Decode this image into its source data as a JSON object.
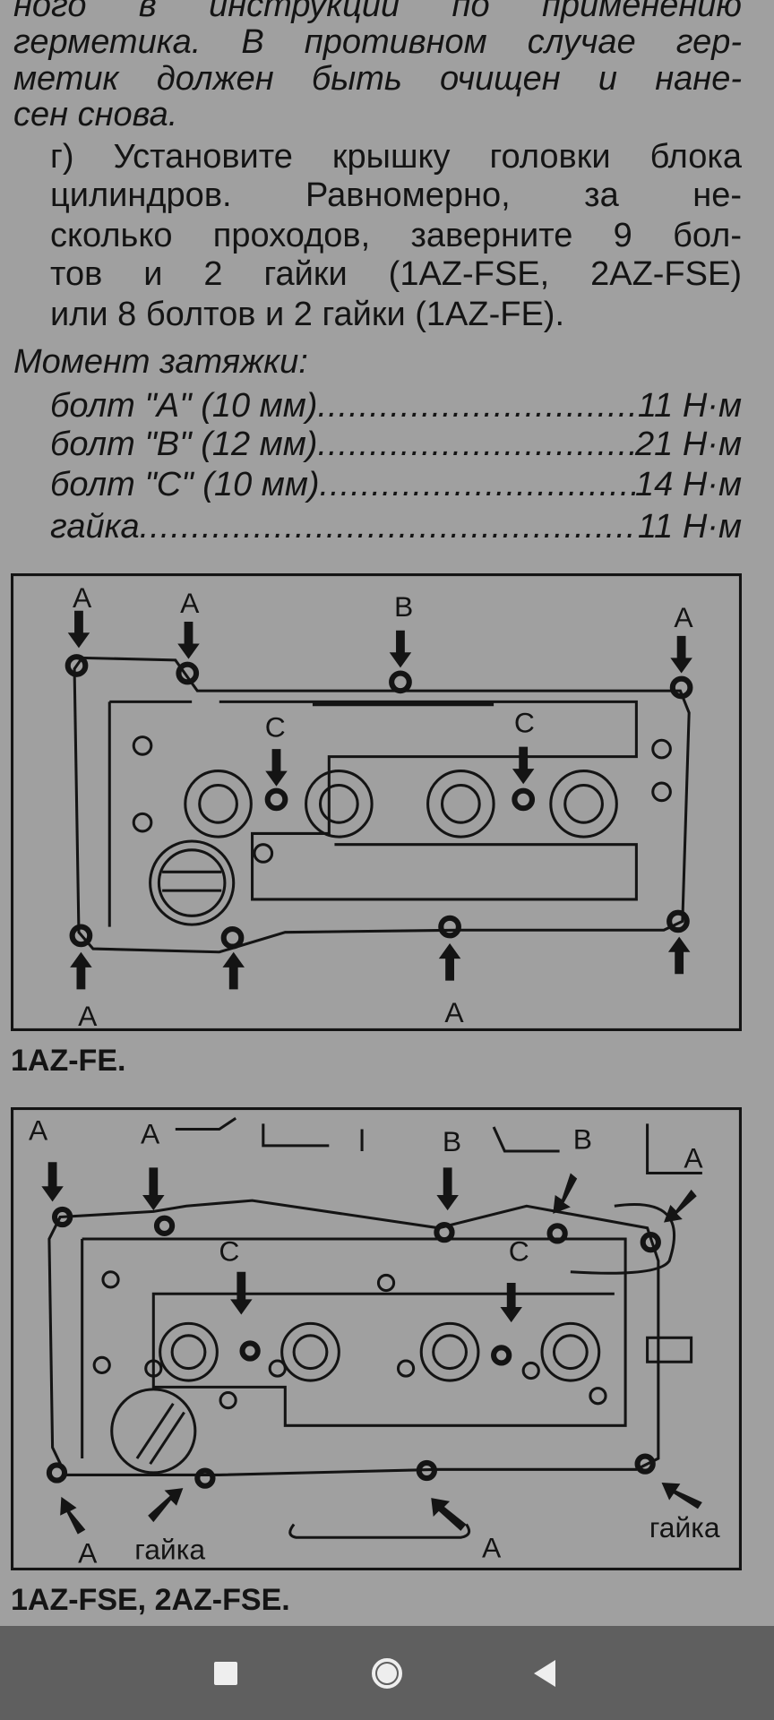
{
  "text": {
    "lines_a": [
      "ного в инструкции по применению",
      "герметика. В противном случае гер-",
      "метик должен быть очищен и нане-",
      "сен снова."
    ],
    "lines_b": [
      "г) Установите крышку головки блока",
      "цилиндров. Равномерно, за не-",
      "сколько проходов, заверните 9 бол-",
      "тов и 2 гайки (1AZ-FSE, 2AZ-FSE)",
      "или 8 болтов и 2 гайки (1AZ-FE)."
    ],
    "torque_title": "Момент затяжки:",
    "torque": [
      {
        "label": "болт \"A\" (10 мм)",
        "value": "11 Н·м"
      },
      {
        "label": "болт \"B\" (12 мм)",
        "value": "21 Н·м"
      },
      {
        "label": "болт \"C\" (10 мм)",
        "value": "14 Н·м"
      },
      {
        "label": "гайка",
        "value": "11 Н·м"
      }
    ]
  },
  "figure1": {
    "caption": "1AZ-FE.",
    "labels": {
      "a": "A",
      "b": "B",
      "c": "C"
    }
  },
  "figure2": {
    "caption": "1AZ-FSE, 2AZ-FSE.",
    "labels": {
      "a": "A",
      "b": "B",
      "c": "C",
      "nut": "гайка"
    }
  },
  "navbar": {
    "recents": "recents-icon",
    "home": "home-icon",
    "back": "back-icon"
  }
}
